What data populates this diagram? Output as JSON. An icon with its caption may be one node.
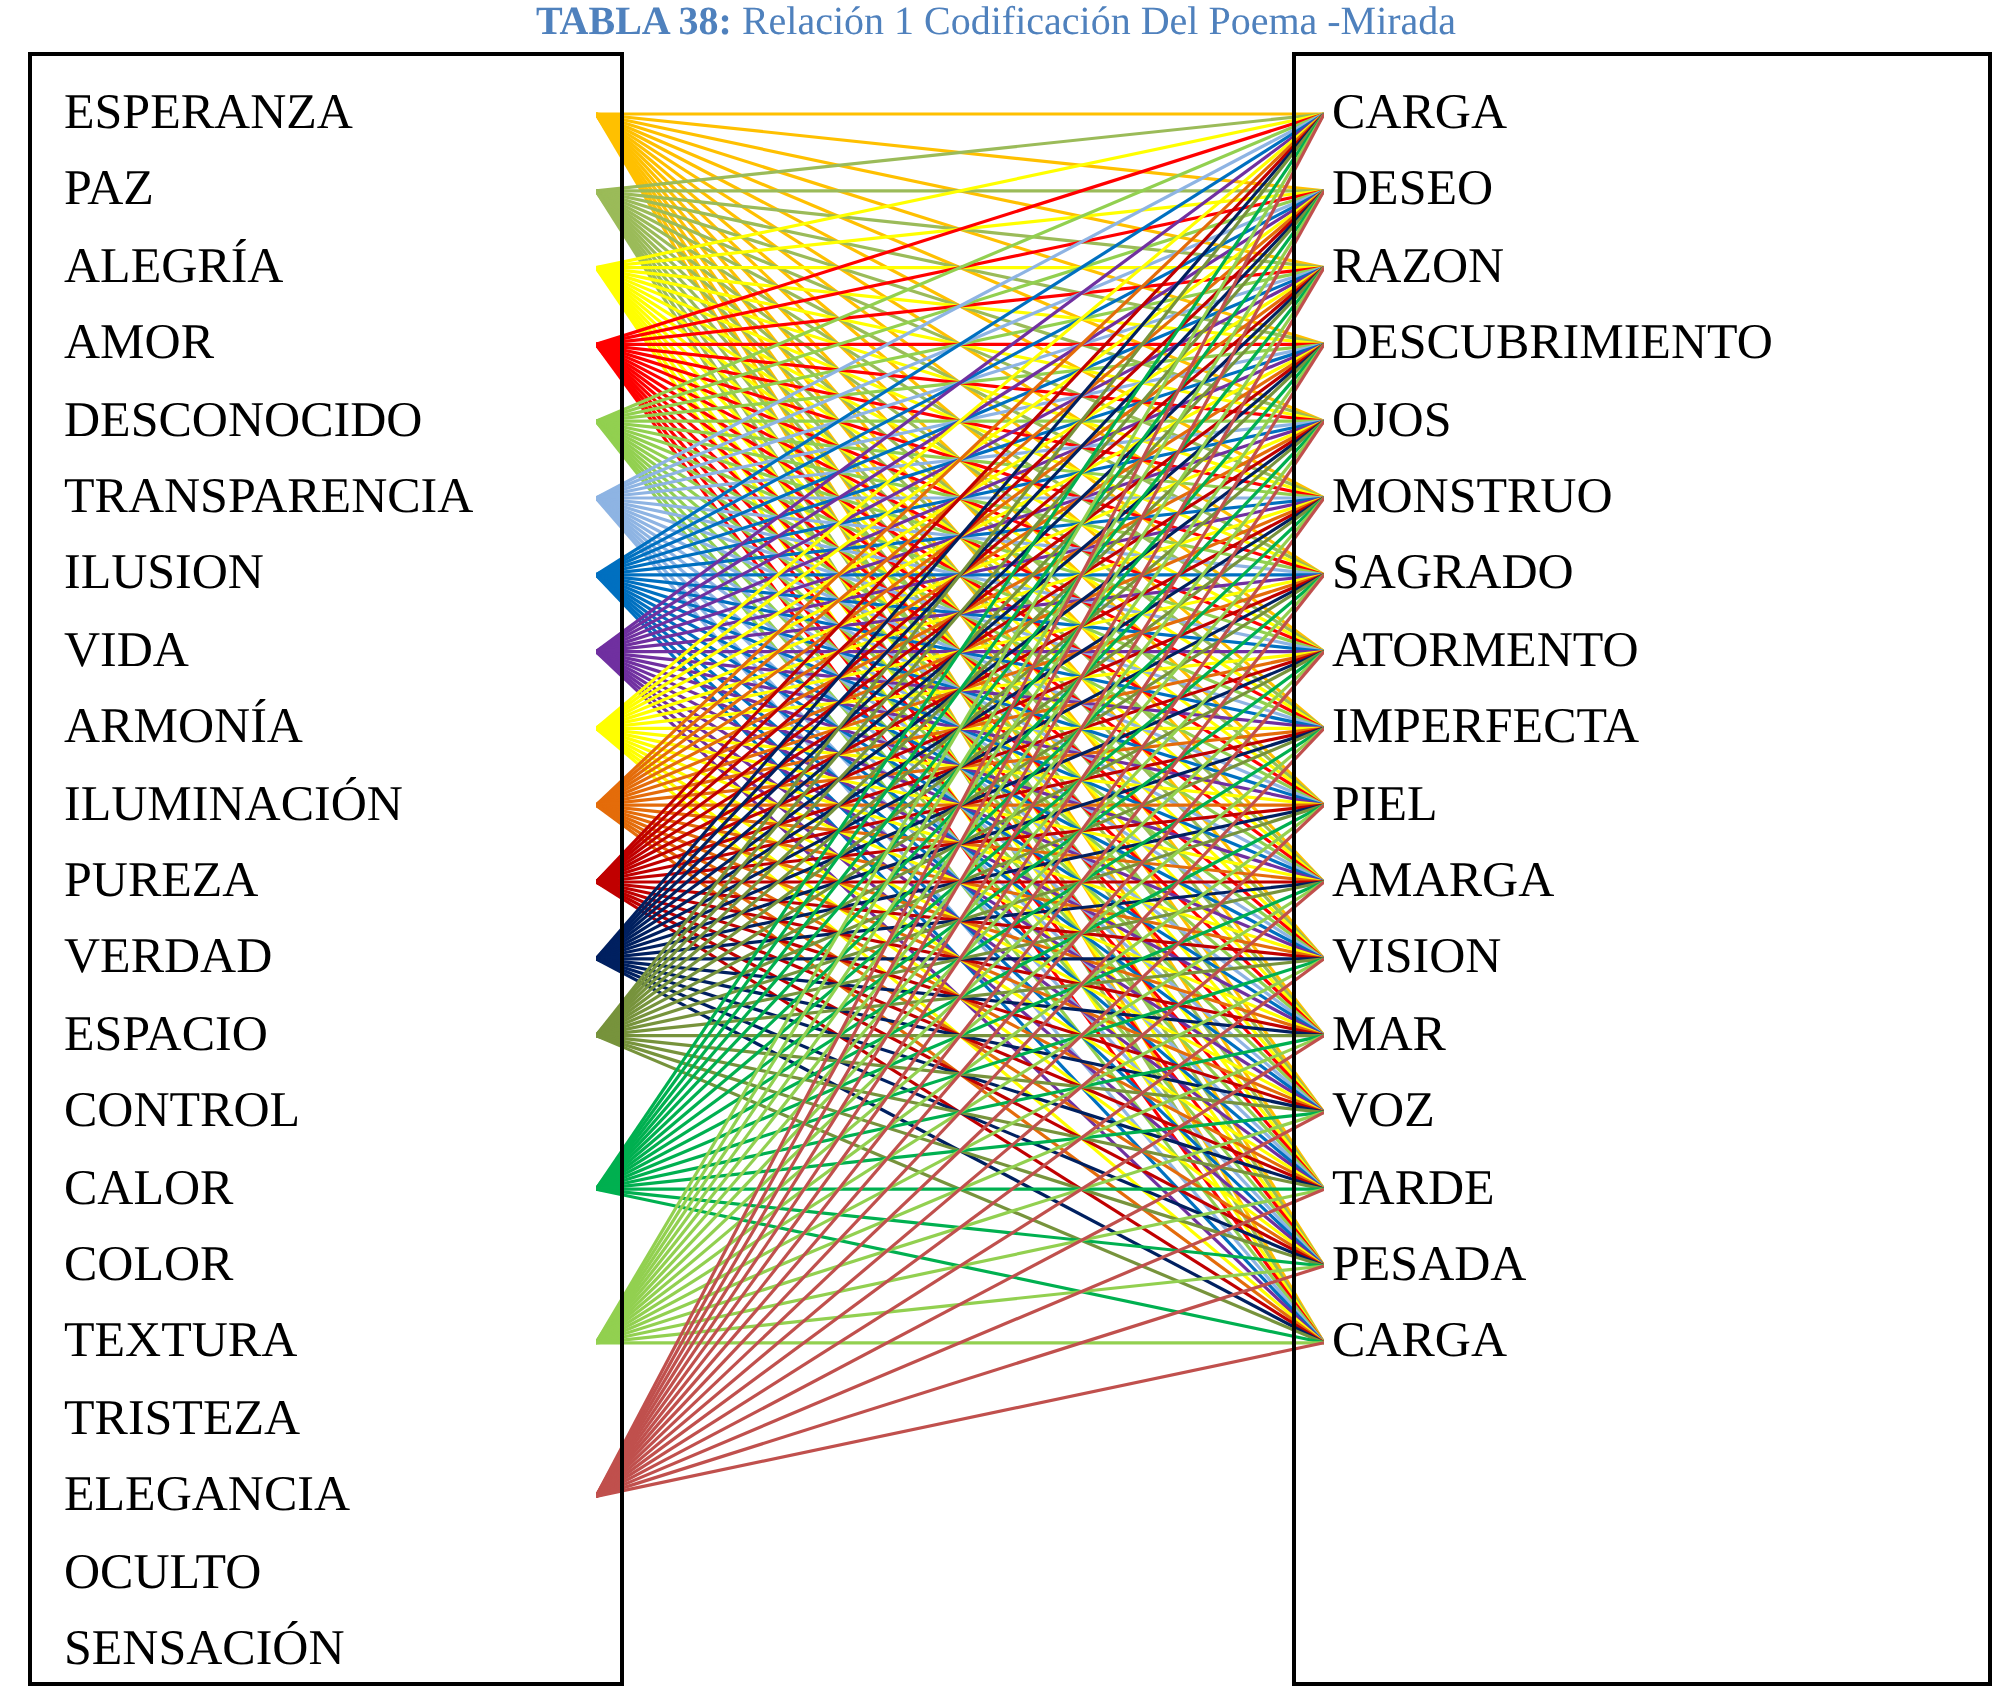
{
  "diagram": {
    "title": "**TABLA 38:** Relación 1 Codificación Del Poema -Mirada",
    "nodes": [
      {
        "text": [],
        "shape": "box"
      },
      {
        "text": [
          "ESPERANZA"
        ],
        "in": 0
      },
      {
        "text": [
          "PAZ"
        ],
        "in": 0
      },
      {
        "text": [
          "ALEGRÍA"
        ],
        "in": 0
      },
      {
        "text": [
          "AMOR"
        ],
        "in": 0
      },
      {
        "text": [
          "DESCONOCIDO"
        ],
        "in": 0
      },
      {
        "text": [
          "TRANSPARENCIA"
        ],
        "in": 0
      },
      {
        "text": [
          "ILUSION"
        ],
        "in": 0
      },
      {
        "text": [
          "VIDA"
        ],
        "in": 0
      },
      {
        "text": [
          "ARMONÍA"
        ],
        "in": 0
      },
      {
        "text": [
          "ILUMINACIÓN"
        ],
        "in": 0
      },
      {
        "text": [
          "PUREZA"
        ],
        "in": 0
      },
      {
        "text": [
          "VERDAD"
        ],
        "in": 0
      },
      {
        "text": [
          "ESPACIO"
        ],
        "in": 0
      },
      {
        "text": [
          "CONTROL"
        ],
        "in": 0
      },
      {
        "text": [
          "CALOR"
        ],
        "in": 0
      },
      {
        "text": [
          "COLOR"
        ],
        "in": 0
      },
      {
        "text": [
          "TEXTURA"
        ],
        "in": 0
      },
      {
        "text": [
          "TRISTEZA"
        ],
        "in": 0
      },
      {
        "text": [
          "ELEGANCIA"
        ],
        "in": 0
      },
      {
        "text": [
          "OCULTO"
        ],
        "in": 0
      },
      {
        "text": [
          "SENSACIÓN"
        ],
        "in": 0
      },
      {
        "text": [],
        "shape": "box"
      },
      {
        "text": [
          "CARGA"
        ],
        "in": 22
      },
      {
        "text": [
          "DESEO"
        ],
        "in": 22
      },
      {
        "text": [
          "RAZON"
        ],
        "in": 22
      },
      {
        "text": [
          "DESCUBRIMIENTO"
        ],
        "in": 22
      },
      {
        "text": [
          "OJOS"
        ],
        "in": 22
      },
      {
        "text": [
          "MONSTRUO"
        ],
        "in": 22
      },
      {
        "text": [
          "SAGRADO"
        ],
        "in": 22
      },
      {
        "text": [
          "ATORMENTO"
        ],
        "in": 22
      },
      {
        "text": [
          "IMPERFECTA"
        ],
        "in": 22
      },
      {
        "text": [
          "PIEL"
        ],
        "in": 22
      },
      {
        "text": [
          "AMARGA"
        ],
        "in": 22
      },
      {
        "text": [
          "VISION"
        ],
        "in": 22
      },
      {
        "text": [
          "MAR"
        ],
        "in": 22
      },
      {
        "text": [
          "VOZ"
        ],
        "in": 22
      },
      {
        "text": [
          "TARDE"
        ],
        "in": 22
      },
      {
        "text": [
          "PESADA"
        ],
        "in": 22
      },
      {
        "text": [
          "CARGA"
        ],
        "in": 22
      }
    ],
    "edges": [
      {
        "from": 1,
        "to": 23,
        "arrow": "none",
        "color": "#ffc000"
      },
      {
        "from": 1,
        "to": 24,
        "arrow": "none",
        "color": "#ffc000"
      },
      {
        "from": 1,
        "to": 25,
        "arrow": "none",
        "color": "#ffc000"
      },
      {
        "from": 1,
        "to": 26,
        "arrow": "none",
        "color": "#ffc000"
      },
      {
        "from": 1,
        "to": 27,
        "arrow": "none",
        "color": "#ffc000"
      },
      {
        "from": 1,
        "to": 28,
        "arrow": "none",
        "color": "#ffc000"
      },
      {
        "from": 1,
        "to": 29,
        "arrow": "none",
        "color": "#ffc000"
      },
      {
        "from": 1,
        "to": 30,
        "arrow": "none",
        "color": "#ffc000"
      },
      {
        "from": 1,
        "to": 31,
        "arrow": "none",
        "color": "#ffc000"
      },
      {
        "from": 1,
        "to": 32,
        "arrow": "none",
        "color": "#ffc000"
      },
      {
        "from": 1,
        "to": 33,
        "arrow": "none",
        "color": "#ffc000"
      },
      {
        "from": 1,
        "to": 34,
        "arrow": "none",
        "color": "#ffc000"
      },
      {
        "from": 1,
        "to": 35,
        "arrow": "none",
        "color": "#ffc000"
      },
      {
        "from": 1,
        "to": 36,
        "arrow": "none",
        "color": "#ffc000"
      },
      {
        "from": 1,
        "to": 37,
        "arrow": "none",
        "color": "#ffc000"
      },
      {
        "from": 1,
        "to": 38,
        "arrow": "none",
        "color": "#ffc000"
      },
      {
        "from": 1,
        "to": 39,
        "arrow": "none",
        "color": "#ffc000"
      },
      {
        "from": 2,
        "to": 23,
        "arrow": "none",
        "color": "#9bbb59"
      },
      {
        "from": 2,
        "to": 24,
        "arrow": "none",
        "color": "#9bbb59"
      },
      {
        "from": 2,
        "to": 25,
        "arrow": "none",
        "color": "#9bbb59"
      },
      {
        "from": 2,
        "to": 26,
        "arrow": "none",
        "color": "#9bbb59"
      },
      {
        "from": 2,
        "to": 27,
        "arrow": "none",
        "color": "#9bbb59"
      },
      {
        "from": 2,
        "to": 28,
        "arrow": "none",
        "color": "#9bbb59"
      },
      {
        "from": 2,
        "to": 29,
        "arrow": "none",
        "color": "#9bbb59"
      },
      {
        "from": 2,
        "to": 30,
        "arrow": "none",
        "color": "#9bbb59"
      },
      {
        "from": 2,
        "to": 31,
        "arrow": "none",
        "color": "#9bbb59"
      },
      {
        "from": 2,
        "to": 32,
        "arrow": "none",
        "color": "#9bbb59"
      },
      {
        "from": 2,
        "to": 33,
        "arrow": "none",
        "color": "#9bbb59"
      },
      {
        "from": 2,
        "to": 34,
        "arrow": "none",
        "color": "#9bbb59"
      },
      {
        "from": 2,
        "to": 35,
        "arrow": "none",
        "color": "#9bbb59"
      },
      {
        "from": 2,
        "to": 36,
        "arrow": "none",
        "color": "#9bbb59"
      },
      {
        "from": 2,
        "to": 37,
        "arrow": "none",
        "color": "#9bbb59"
      },
      {
        "from": 2,
        "to": 38,
        "arrow": "none",
        "color": "#9bbb59"
      },
      {
        "from": 2,
        "to": 39,
        "arrow": "none",
        "color": "#9bbb59"
      },
      {
        "from": 3,
        "to": 23,
        "arrow": "none",
        "color": "#ffff00"
      },
      {
        "from": 3,
        "to": 24,
        "arrow": "none",
        "color": "#ffff00"
      },
      {
        "from": 3,
        "to": 25,
        "arrow": "none",
        "color": "#ffff00"
      },
      {
        "from": 3,
        "to": 26,
        "arrow": "none",
        "color": "#ffff00"
      },
      {
        "from": 3,
        "to": 27,
        "arrow": "none",
        "color": "#ffff00"
      },
      {
        "from": 3,
        "to": 28,
        "arrow": "none",
        "color": "#ffff00"
      },
      {
        "from": 3,
        "to": 29,
        "arrow": "none",
        "color": "#ffff00"
      },
      {
        "from": 3,
        "to": 30,
        "arrow": "none",
        "color": "#ffff00"
      },
      {
        "from": 3,
        "to": 31,
        "arrow": "none",
        "color": "#ffff00"
      },
      {
        "from": 3,
        "to": 32,
        "arrow": "none",
        "color": "#ffff00"
      },
      {
        "from": 3,
        "to": 33,
        "arrow": "none",
        "color": "#ffff00"
      },
      {
        "from": 3,
        "to": 34,
        "arrow": "none",
        "color": "#ffff00"
      },
      {
        "from": 3,
        "to": 35,
        "arrow": "none",
        "color": "#ffff00"
      },
      {
        "from": 3,
        "to": 36,
        "arrow": "none",
        "color": "#ffff00"
      },
      {
        "from": 3,
        "to": 37,
        "arrow": "none",
        "color": "#ffff00"
      },
      {
        "from": 3,
        "to": 38,
        "arrow": "none",
        "color": "#ffff00"
      },
      {
        "from": 3,
        "to": 39,
        "arrow": "none",
        "color": "#ffff00"
      },
      {
        "from": 4,
        "to": 23,
        "arrow": "none",
        "color": "#ff0000"
      },
      {
        "from": 4,
        "to": 24,
        "arrow": "none",
        "color": "#ff0000"
      },
      {
        "from": 4,
        "to": 25,
        "arrow": "none",
        "color": "#ff0000"
      },
      {
        "from": 4,
        "to": 26,
        "arrow": "none",
        "color": "#ff0000"
      },
      {
        "from": 4,
        "to": 27,
        "arrow": "none",
        "color": "#ff0000"
      },
      {
        "from": 4,
        "to": 28,
        "arrow": "none",
        "color": "#ff0000"
      },
      {
        "from": 4,
        "to": 29,
        "arrow": "none",
        "color": "#ff0000"
      },
      {
        "from": 4,
        "to": 30,
        "arrow": "none",
        "color": "#ff0000"
      },
      {
        "from": 4,
        "to": 31,
        "arrow": "none",
        "color": "#ff0000"
      },
      {
        "from": 4,
        "to": 32,
        "arrow": "none",
        "color": "#ff0000"
      },
      {
        "from": 4,
        "to": 33,
        "arrow": "none",
        "color": "#ff0000"
      },
      {
        "from": 4,
        "to": 34,
        "arrow": "none",
        "color": "#ff0000"
      },
      {
        "from": 4,
        "to": 35,
        "arrow": "none",
        "color": "#ff0000"
      },
      {
        "from": 4,
        "to": 36,
        "arrow": "none",
        "color": "#ff0000"
      },
      {
        "from": 4,
        "to": 37,
        "arrow": "none",
        "color": "#ff0000"
      },
      {
        "from": 4,
        "to": 38,
        "arrow": "none",
        "color": "#ff0000"
      },
      {
        "from": 4,
        "to": 39,
        "arrow": "none",
        "color": "#ff0000"
      },
      {
        "from": 5,
        "to": 23,
        "arrow": "none",
        "color": "#92d050"
      },
      {
        "from": 5,
        "to": 24,
        "arrow": "none",
        "color": "#92d050"
      },
      {
        "from": 5,
        "to": 25,
        "arrow": "none",
        "color": "#92d050"
      },
      {
        "from": 5,
        "to": 26,
        "arrow": "none",
        "color": "#92d050"
      },
      {
        "from": 5,
        "to": 27,
        "arrow": "none",
        "color": "#92d050"
      },
      {
        "from": 5,
        "to": 28,
        "arrow": "none",
        "color": "#92d050"
      },
      {
        "from": 5,
        "to": 29,
        "arrow": "none",
        "color": "#92d050"
      },
      {
        "from": 5,
        "to": 30,
        "arrow": "none",
        "color": "#92d050"
      },
      {
        "from": 5,
        "to": 31,
        "arrow": "none",
        "color": "#92d050"
      },
      {
        "from": 5,
        "to": 32,
        "arrow": "none",
        "color": "#92d050"
      },
      {
        "from": 5,
        "to": 33,
        "arrow": "none",
        "color": "#92d050"
      },
      {
        "from": 5,
        "to": 34,
        "arrow": "none",
        "color": "#92d050"
      },
      {
        "from": 5,
        "to": 35,
        "arrow": "none",
        "color": "#92d050"
      },
      {
        "from": 5,
        "to": 36,
        "arrow": "none",
        "color": "#92d050"
      },
      {
        "from": 5,
        "to": 37,
        "arrow": "none",
        "color": "#92d050"
      },
      {
        "from": 5,
        "to": 38,
        "arrow": "none",
        "color": "#92d050"
      },
      {
        "from": 5,
        "to": 39,
        "arrow": "none",
        "color": "#92d050"
      },
      {
        "from": 6,
        "to": 23,
        "arrow": "none",
        "color": "#8eb4e3"
      },
      {
        "from": 6,
        "to": 24,
        "arrow": "none",
        "color": "#8eb4e3"
      },
      {
        "from": 6,
        "to": 25,
        "arrow": "none",
        "color": "#8eb4e3"
      },
      {
        "from": 6,
        "to": 26,
        "arrow": "none",
        "color": "#8eb4e3"
      },
      {
        "from": 6,
        "to": 27,
        "arrow": "none",
        "color": "#8eb4e3"
      },
      {
        "from": 6,
        "to": 28,
        "arrow": "none",
        "color": "#8eb4e3"
      },
      {
        "from": 6,
        "to": 29,
        "arrow": "none",
        "color": "#8eb4e3"
      },
      {
        "from": 6,
        "to": 30,
        "arrow": "none",
        "color": "#8eb4e3"
      },
      {
        "from": 6,
        "to": 31,
        "arrow": "none",
        "color": "#8eb4e3"
      },
      {
        "from": 6,
        "to": 32,
        "arrow": "none",
        "color": "#8eb4e3"
      },
      {
        "from": 6,
        "to": 33,
        "arrow": "none",
        "color": "#8eb4e3"
      },
      {
        "from": 6,
        "to": 34,
        "arrow": "none",
        "color": "#8eb4e3"
      },
      {
        "from": 6,
        "to": 35,
        "arrow": "none",
        "color": "#8eb4e3"
      },
      {
        "from": 6,
        "to": 36,
        "arrow": "none",
        "color": "#8eb4e3"
      },
      {
        "from": 6,
        "to": 37,
        "arrow": "none",
        "color": "#8eb4e3"
      },
      {
        "from": 6,
        "to": 38,
        "arrow": "none",
        "color": "#8eb4e3"
      },
      {
        "from": 6,
        "to": 39,
        "arrow": "none",
        "color": "#8eb4e3"
      },
      {
        "from": 7,
        "to": 23,
        "arrow": "none",
        "color": "#0070c0"
      },
      {
        "from": 7,
        "to": 24,
        "arrow": "none",
        "color": "#0070c0"
      },
      {
        "from": 7,
        "to": 25,
        "arrow": "none",
        "color": "#0070c0"
      },
      {
        "from": 7,
        "to": 26,
        "arrow": "none",
        "color": "#0070c0"
      },
      {
        "from": 7,
        "to": 27,
        "arrow": "none",
        "color": "#0070c0"
      },
      {
        "from": 7,
        "to": 28,
        "arrow": "none",
        "color": "#0070c0"
      },
      {
        "from": 7,
        "to": 29,
        "arrow": "none",
        "color": "#0070c0"
      },
      {
        "from": 7,
        "to": 30,
        "arrow": "none",
        "color": "#0070c0"
      },
      {
        "from": 7,
        "to": 31,
        "arrow": "none",
        "color": "#0070c0"
      },
      {
        "from": 7,
        "to": 32,
        "arrow": "none",
        "color": "#0070c0"
      },
      {
        "from": 7,
        "to": 33,
        "arrow": "none",
        "color": "#0070c0"
      },
      {
        "from": 7,
        "to": 34,
        "arrow": "none",
        "color": "#0070c0"
      },
      {
        "from": 7,
        "to": 35,
        "arrow": "none",
        "color": "#0070c0"
      },
      {
        "from": 7,
        "to": 36,
        "arrow": "none",
        "color": "#0070c0"
      },
      {
        "from": 7,
        "to": 37,
        "arrow": "none",
        "color": "#0070c0"
      },
      {
        "from": 7,
        "to": 38,
        "arrow": "none",
        "color": "#0070c0"
      },
      {
        "from": 7,
        "to": 39,
        "arrow": "none",
        "color": "#0070c0"
      },
      {
        "from": 8,
        "to": 23,
        "arrow": "none",
        "color": "#7030a0"
      },
      {
        "from": 8,
        "to": 24,
        "arrow": "none",
        "color": "#7030a0"
      },
      {
        "from": 8,
        "to": 25,
        "arrow": "none",
        "color": "#7030a0"
      },
      {
        "from": 8,
        "to": 26,
        "arrow": "none",
        "color": "#7030a0"
      },
      {
        "from": 8,
        "to": 27,
        "arrow": "none",
        "color": "#7030a0"
      },
      {
        "from": 8,
        "to": 28,
        "arrow": "none",
        "color": "#7030a0"
      },
      {
        "from": 8,
        "to": 29,
        "arrow": "none",
        "color": "#7030a0"
      },
      {
        "from": 8,
        "to": 30,
        "arrow": "none",
        "color": "#7030a0"
      },
      {
        "from": 8,
        "to": 31,
        "arrow": "none",
        "color": "#7030a0"
      },
      {
        "from": 8,
        "to": 32,
        "arrow": "none",
        "color": "#7030a0"
      },
      {
        "from": 8,
        "to": 33,
        "arrow": "none",
        "color": "#7030a0"
      },
      {
        "from": 8,
        "to": 34,
        "arrow": "none",
        "color": "#7030a0"
      },
      {
        "from": 8,
        "to": 35,
        "arrow": "none",
        "color": "#7030a0"
      },
      {
        "from": 8,
        "to": 36,
        "arrow": "none",
        "color": "#7030a0"
      },
      {
        "from": 8,
        "to": 37,
        "arrow": "none",
        "color": "#7030a0"
      },
      {
        "from": 8,
        "to": 38,
        "arrow": "none",
        "color": "#7030a0"
      },
      {
        "from": 8,
        "to": 39,
        "arrow": "none",
        "color": "#7030a0"
      },
      {
        "from": 9,
        "to": 23,
        "arrow": "none",
        "color": "#ffff00"
      },
      {
        "from": 9,
        "to": 24,
        "arrow": "none",
        "color": "#ffff00"
      },
      {
        "from": 9,
        "to": 25,
        "arrow": "none",
        "color": "#ffff00"
      },
      {
        "from": 9,
        "to": 26,
        "arrow": "none",
        "color": "#ffff00"
      },
      {
        "from": 9,
        "to": 27,
        "arrow": "none",
        "color": "#ffff00"
      },
      {
        "from": 9,
        "to": 28,
        "arrow": "none",
        "color": "#ffff00"
      },
      {
        "from": 9,
        "to": 29,
        "arrow": "none",
        "color": "#ffff00"
      },
      {
        "from": 9,
        "to": 30,
        "arrow": "none",
        "color": "#ffff00"
      },
      {
        "from": 9,
        "to": 31,
        "arrow": "none",
        "color": "#ffff00"
      },
      {
        "from": 9,
        "to": 32,
        "arrow": "none",
        "color": "#ffff00"
      },
      {
        "from": 9,
        "to": 33,
        "arrow": "none",
        "color": "#ffff00"
      },
      {
        "from": 9,
        "to": 34,
        "arrow": "none",
        "color": "#ffff00"
      },
      {
        "from": 9,
        "to": 35,
        "arrow": "none",
        "color": "#ffff00"
      },
      {
        "from": 9,
        "to": 36,
        "arrow": "none",
        "color": "#ffff00"
      },
      {
        "from": 9,
        "to": 37,
        "arrow": "none",
        "color": "#ffff00"
      },
      {
        "from": 9,
        "to": 38,
        "arrow": "none",
        "color": "#ffff00"
      },
      {
        "from": 9,
        "to": 39,
        "arrow": "none",
        "color": "#ffff00"
      },
      {
        "from": 10,
        "to": 23,
        "arrow": "none",
        "color": "#e46c0a"
      },
      {
        "from": 10,
        "to": 24,
        "arrow": "none",
        "color": "#e46c0a"
      },
      {
        "from": 10,
        "to": 25,
        "arrow": "none",
        "color": "#e46c0a"
      },
      {
        "from": 10,
        "to": 26,
        "arrow": "none",
        "color": "#e46c0a"
      },
      {
        "from": 10,
        "to": 27,
        "arrow": "none",
        "color": "#e46c0a"
      },
      {
        "from": 10,
        "to": 28,
        "arrow": "none",
        "color": "#e46c0a"
      },
      {
        "from": 10,
        "to": 29,
        "arrow": "none",
        "color": "#e46c0a"
      },
      {
        "from": 10,
        "to": 30,
        "arrow": "none",
        "color": "#e46c0a"
      },
      {
        "from": 10,
        "to": 31,
        "arrow": "none",
        "color": "#e46c0a"
      },
      {
        "from": 10,
        "to": 32,
        "arrow": "none",
        "color": "#e46c0a"
      },
      {
        "from": 10,
        "to": 33,
        "arrow": "none",
        "color": "#e46c0a"
      },
      {
        "from": 10,
        "to": 34,
        "arrow": "none",
        "color": "#e46c0a"
      },
      {
        "from": 10,
        "to": 35,
        "arrow": "none",
        "color": "#e46c0a"
      },
      {
        "from": 10,
        "to": 36,
        "arrow": "none",
        "color": "#e46c0a"
      },
      {
        "from": 10,
        "to": 37,
        "arrow": "none",
        "color": "#e46c0a"
      },
      {
        "from": 10,
        "to": 38,
        "arrow": "none",
        "color": "#e46c0a"
      },
      {
        "from": 10,
        "to": 39,
        "arrow": "none",
        "color": "#e46c0a"
      },
      {
        "from": 11,
        "to": 23,
        "arrow": "none",
        "color": "#c00000"
      },
      {
        "from": 11,
        "to": 24,
        "arrow": "none",
        "color": "#c00000"
      },
      {
        "from": 11,
        "to": 25,
        "arrow": "none",
        "color": "#c00000"
      },
      {
        "from": 11,
        "to": 26,
        "arrow": "none",
        "color": "#c00000"
      },
      {
        "from": 11,
        "to": 27,
        "arrow": "none",
        "color": "#c00000"
      },
      {
        "from": 11,
        "to": 28,
        "arrow": "none",
        "color": "#c00000"
      },
      {
        "from": 11,
        "to": 29,
        "arrow": "none",
        "color": "#c00000"
      },
      {
        "from": 11,
        "to": 30,
        "arrow": "none",
        "color": "#c00000"
      },
      {
        "from": 11,
        "to": 31,
        "arrow": "none",
        "color": "#c00000"
      },
      {
        "from": 11,
        "to": 32,
        "arrow": "none",
        "color": "#c00000"
      },
      {
        "from": 11,
        "to": 33,
        "arrow": "none",
        "color": "#c00000"
      },
      {
        "from": 11,
        "to": 34,
        "arrow": "none",
        "color": "#c00000"
      },
      {
        "from": 11,
        "to": 35,
        "arrow": "none",
        "color": "#c00000"
      },
      {
        "from": 11,
        "to": 36,
        "arrow": "none",
        "color": "#c00000"
      },
      {
        "from": 11,
        "to": 37,
        "arrow": "none",
        "color": "#c00000"
      },
      {
        "from": 11,
        "to": 38,
        "arrow": "none",
        "color": "#c00000"
      },
      {
        "from": 11,
        "to": 39,
        "arrow": "none",
        "color": "#c00000"
      },
      {
        "from": 12,
        "to": 23,
        "arrow": "none",
        "color": "#002060"
      },
      {
        "from": 12,
        "to": 24,
        "arrow": "none",
        "color": "#002060"
      },
      {
        "from": 12,
        "to": 25,
        "arrow": "none",
        "color": "#002060"
      },
      {
        "from": 12,
        "to": 26,
        "arrow": "none",
        "color": "#002060"
      },
      {
        "from": 12,
        "to": 27,
        "arrow": "none",
        "color": "#002060"
      },
      {
        "from": 12,
        "to": 28,
        "arrow": "none",
        "color": "#002060"
      },
      {
        "from": 12,
        "to": 29,
        "arrow": "none",
        "color": "#002060"
      },
      {
        "from": 12,
        "to": 30,
        "arrow": "none",
        "color": "#002060"
      },
      {
        "from": 12,
        "to": 31,
        "arrow": "none",
        "color": "#002060"
      },
      {
        "from": 12,
        "to": 32,
        "arrow": "none",
        "color": "#002060"
      },
      {
        "from": 12,
        "to": 33,
        "arrow": "none",
        "color": "#002060"
      },
      {
        "from": 12,
        "to": 34,
        "arrow": "none",
        "color": "#002060"
      },
      {
        "from": 12,
        "to": 35,
        "arrow": "none",
        "color": "#002060"
      },
      {
        "from": 12,
        "to": 36,
        "arrow": "none",
        "color": "#002060"
      },
      {
        "from": 12,
        "to": 37,
        "arrow": "none",
        "color": "#002060"
      },
      {
        "from": 12,
        "to": 38,
        "arrow": "none",
        "color": "#002060"
      },
      {
        "from": 12,
        "to": 39,
        "arrow": "none",
        "color": "#002060"
      },
      {
        "from": 13,
        "to": 23,
        "arrow": "none",
        "color": "#77933c"
      },
      {
        "from": 13,
        "to": 24,
        "arrow": "none",
        "color": "#77933c"
      },
      {
        "from": 13,
        "to": 25,
        "arrow": "none",
        "color": "#77933c"
      },
      {
        "from": 13,
        "to": 26,
        "arrow": "none",
        "color": "#77933c"
      },
      {
        "from": 13,
        "to": 27,
        "arrow": "none",
        "color": "#77933c"
      },
      {
        "from": 13,
        "to": 28,
        "arrow": "none",
        "color": "#77933c"
      },
      {
        "from": 13,
        "to": 29,
        "arrow": "none",
        "color": "#77933c"
      },
      {
        "from": 13,
        "to": 30,
        "arrow": "none",
        "color": "#77933c"
      },
      {
        "from": 13,
        "to": 31,
        "arrow": "none",
        "color": "#77933c"
      },
      {
        "from": 13,
        "to": 32,
        "arrow": "none",
        "color": "#77933c"
      },
      {
        "from": 13,
        "to": 33,
        "arrow": "none",
        "color": "#77933c"
      },
      {
        "from": 13,
        "to": 34,
        "arrow": "none",
        "color": "#77933c"
      },
      {
        "from": 13,
        "to": 35,
        "arrow": "none",
        "color": "#77933c"
      },
      {
        "from": 13,
        "to": 36,
        "arrow": "none",
        "color": "#77933c"
      },
      {
        "from": 13,
        "to": 37,
        "arrow": "none",
        "color": "#77933c"
      },
      {
        "from": 13,
        "to": 38,
        "arrow": "none",
        "color": "#77933c"
      },
      {
        "from": 13,
        "to": 39,
        "arrow": "none",
        "color": "#77933c"
      },
      {
        "from": 15,
        "to": 23,
        "arrow": "none",
        "color": "#00b050"
      },
      {
        "from": 15,
        "to": 24,
        "arrow": "none",
        "color": "#00b050"
      },
      {
        "from": 15,
        "to": 25,
        "arrow": "none",
        "color": "#00b050"
      },
      {
        "from": 15,
        "to": 26,
        "arrow": "none",
        "color": "#00b050"
      },
      {
        "from": 15,
        "to": 27,
        "arrow": "none",
        "color": "#00b050"
      },
      {
        "from": 15,
        "to": 28,
        "arrow": "none",
        "color": "#00b050"
      },
      {
        "from": 15,
        "to": 29,
        "arrow": "none",
        "color": "#00b050"
      },
      {
        "from": 15,
        "to": 30,
        "arrow": "none",
        "color": "#00b050"
      },
      {
        "from": 15,
        "to": 31,
        "arrow": "none",
        "color": "#00b050"
      },
      {
        "from": 15,
        "to": 32,
        "arrow": "none",
        "color": "#00b050"
      },
      {
        "from": 15,
        "to": 33,
        "arrow": "none",
        "color": "#00b050"
      },
      {
        "from": 15,
        "to": 34,
        "arrow": "none",
        "color": "#00b050"
      },
      {
        "from": 15,
        "to": 35,
        "arrow": "none",
        "color": "#00b050"
      },
      {
        "from": 15,
        "to": 36,
        "arrow": "none",
        "color": "#00b050"
      },
      {
        "from": 15,
        "to": 37,
        "arrow": "none",
        "color": "#00b050"
      },
      {
        "from": 15,
        "to": 38,
        "arrow": "none",
        "color": "#00b050"
      },
      {
        "from": 15,
        "to": 39,
        "arrow": "none",
        "color": "#00b050"
      },
      {
        "from": 17,
        "to": 23,
        "arrow": "none",
        "color": "#92d050"
      },
      {
        "from": 17,
        "to": 24,
        "arrow": "none",
        "color": "#92d050"
      },
      {
        "from": 17,
        "to": 25,
        "arrow": "none",
        "color": "#92d050"
      },
      {
        "from": 17,
        "to": 26,
        "arrow": "none",
        "color": "#92d050"
      },
      {
        "from": 17,
        "to": 27,
        "arrow": "none",
        "color": "#92d050"
      },
      {
        "from": 17,
        "to": 28,
        "arrow": "none",
        "color": "#92d050"
      },
      {
        "from": 17,
        "to": 29,
        "arrow": "none",
        "color": "#92d050"
      },
      {
        "from": 17,
        "to": 30,
        "arrow": "none",
        "color": "#92d050"
      },
      {
        "from": 17,
        "to": 31,
        "arrow": "none",
        "color": "#92d050"
      },
      {
        "from": 17,
        "to": 32,
        "arrow": "none",
        "color": "#92d050"
      },
      {
        "from": 17,
        "to": 33,
        "arrow": "none",
        "color": "#92d050"
      },
      {
        "from": 17,
        "to": 34,
        "arrow": "none",
        "color": "#92d050"
      },
      {
        "from": 17,
        "to": 35,
        "arrow": "none",
        "color": "#92d050"
      },
      {
        "from": 17,
        "to": 36,
        "arrow": "none",
        "color": "#92d050"
      },
      {
        "from": 17,
        "to": 37,
        "arrow": "none",
        "color": "#92d050"
      },
      {
        "from": 17,
        "to": 38,
        "arrow": "none",
        "color": "#92d050"
      },
      {
        "from": 17,
        "to": 39,
        "arrow": "none",
        "color": "#92d050"
      },
      {
        "from": 19,
        "to": 23,
        "arrow": "none",
        "color": "#c0504d"
      },
      {
        "from": 19,
        "to": 24,
        "arrow": "none",
        "color": "#c0504d"
      },
      {
        "from": 19,
        "to": 25,
        "arrow": "none",
        "color": "#c0504d"
      },
      {
        "from": 19,
        "to": 26,
        "arrow": "none",
        "color": "#c0504d"
      },
      {
        "from": 19,
        "to": 27,
        "arrow": "none",
        "color": "#c0504d"
      },
      {
        "from": 19,
        "to": 28,
        "arrow": "none",
        "color": "#c0504d"
      },
      {
        "from": 19,
        "to": 29,
        "arrow": "none",
        "color": "#c0504d"
      },
      {
        "from": 19,
        "to": 30,
        "arrow": "none",
        "color": "#c0504d"
      },
      {
        "from": 19,
        "to": 31,
        "arrow": "none",
        "color": "#c0504d"
      },
      {
        "from": 19,
        "to": 32,
        "arrow": "none",
        "color": "#c0504d"
      },
      {
        "from": 19,
        "to": 33,
        "arrow": "none",
        "color": "#c0504d"
      },
      {
        "from": 19,
        "to": 34,
        "arrow": "none",
        "color": "#c0504d"
      },
      {
        "from": 19,
        "to": 35,
        "arrow": "none",
        "color": "#c0504d"
      },
      {
        "from": 19,
        "to": 36,
        "arrow": "none",
        "color": "#c0504d"
      },
      {
        "from": 19,
        "to": 37,
        "arrow": "none",
        "color": "#c0504d"
      },
      {
        "from": 19,
        "to": 38,
        "arrow": "none",
        "color": "#c0504d"
      },
      {
        "from": 19,
        "to": 39,
        "arrow": "none",
        "color": "#c0504d"
      }
    ]
  }
}
